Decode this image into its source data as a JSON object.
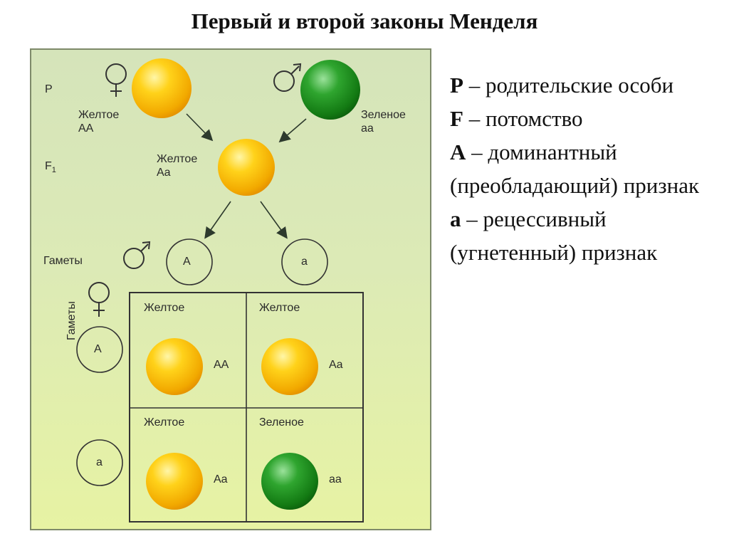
{
  "title": "Первый и второй законы Менделя",
  "diagram": {
    "label_P": "P",
    "label_F1": "F",
    "label_F1_sub": "1",
    "gametes_label": "Гаметы",
    "gametes_vertical_label": "Гаметы",
    "parent_female": {
      "phenotype": "Желтое",
      "genotype": "AA",
      "symbol": "♀"
    },
    "parent_male": {
      "phenotype": "Зеленое",
      "genotype": "aa",
      "symbol": "♂"
    },
    "f1": {
      "phenotype": "Желтое",
      "genotype": "Aa"
    },
    "male_gametes": [
      "A",
      "a"
    ],
    "female_gametes": [
      "A",
      "a"
    ],
    "grid": [
      {
        "phenotype": "Желтое",
        "genotype": "AA",
        "color": "yellow"
      },
      {
        "phenotype": "Желтое",
        "genotype": "Aa",
        "color": "yellow"
      },
      {
        "phenotype": "Желтое",
        "genotype": "Aa",
        "color": "yellow"
      },
      {
        "phenotype": "Зеленое",
        "genotype": "aa",
        "color": "green"
      }
    ],
    "colors": {
      "yellow": "#f5b800",
      "green": "#1f8a1f",
      "panel_bg": "#dde8b8"
    }
  },
  "legend": [
    {
      "term": "P",
      "text": " – родительские особи"
    },
    {
      "term": "F",
      "text": " – потомство"
    },
    {
      "term": "A",
      "text": " – доминантный (преобладающий) признак"
    },
    {
      "term": "a",
      "text": " – рецессивный (угнетенный) признак"
    }
  ]
}
